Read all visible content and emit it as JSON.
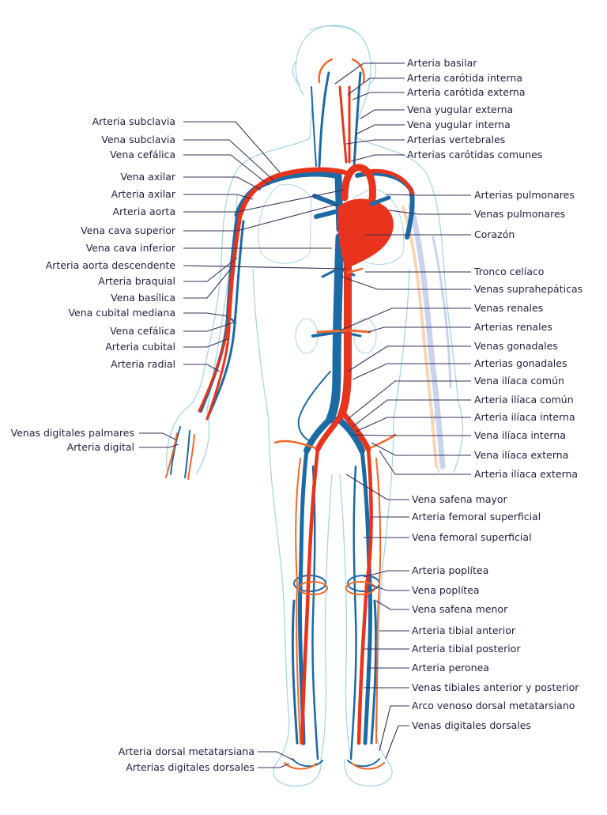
{
  "colors": {
    "vein": "#1c6aa4",
    "artery": "#e8341c",
    "outline": "#a8d4e6",
    "label_text": "#1f1f3e"
  },
  "labels_left": {
    "arteria_subclavia": "Arteria subclavia",
    "vena_subclavia": "Vena subclavia",
    "vena_cefalica_upper": "Vena cefálica",
    "vena_axilar": "Vena axilar",
    "arteria_axilar": "Arteria axilar",
    "arteria_aorta": "Arteria aorta",
    "vena_cava_superior": "Vena cava superior",
    "vena_cava_inferior": "Vena cava inferior",
    "arteria_aorta_descendente": "Arteria aorta descendente",
    "arteria_braquial": "Arteria braquial",
    "vena_basilica": "Vena basílica",
    "vena_cubital_mediana": "Vena cubital mediana",
    "vena_cefalica_lower": "Vena cefálica",
    "arteria_cubital": "Arteria cubital",
    "arteria_radial": "Arteria radial",
    "venas_digitales_palmares": "Venas digitales palmares",
    "arteria_digital": "Arteria digital",
    "arteria_dorsal_metatarsiana": "Arteria dorsal metatarsiana",
    "arterias_digitales_dorsales": "Arterias digitales dorsales"
  },
  "labels_right": {
    "arteria_basilar": "Arteria basilar",
    "arteria_carotida_interna": "Arteria carótida interna",
    "arteria_carotida_externa": "Arteria carótida externa",
    "vena_yugular_externa": "Vena yugular externa",
    "vena_yugular_interna": "Vena yugular interna",
    "arterias_vertebrales": "Arterias vertebrales",
    "arterias_carotidas_comunes": "Arterias carótidas comunes",
    "arterias_pulmonares": "Arterias pulmonares",
    "venas_pulmonares": "Venas pulmonares",
    "corazon": "Corazón",
    "tronco_celiaco": "Tronco celíaco",
    "venas_suprahepaticas": "Venas suprahepáticas",
    "venas_renales": "Venas renales",
    "arterias_renales": "Arterias renales",
    "venas_gonadales": "Venas gonadales",
    "arterias_gonadales": "Arterias gonadales",
    "vena_iliaca_comun": "Vena ilíaca común",
    "arteria_iliaca_comun": "Arteria ilíaca común",
    "arteria_iliaca_interna": "Arteria ilíaca interna",
    "vena_iliaca_interna": "Vena ilíaca interna",
    "vena_iliaca_externa": "Vena ilíaca externa",
    "arteria_iliaca_externa": "Arteria ilíaca externa",
    "vena_safena_mayor": "Vena safena mayor",
    "arteria_femoral_superficial": "Arteria femoral superficial",
    "vena_femoral_superficial": "Vena femoral superficial",
    "arteria_poplitea": "Arteria poplítea",
    "vena_poplitea": "Vena poplítea",
    "vena_safena_menor": "Vena safena menor",
    "arteria_tibial_anterior": "Arteria tibial anterior",
    "arteria_tibial_posterior": "Arteria tibial posterior",
    "arteria_peronea": "Arteria peronea",
    "venas_tibiales": "Venas tibiales anterior y posterior",
    "arco_venoso": "Arco venoso dorsal metatarsiano",
    "venas_digitales_dorsales": "Venas digitales dorsales"
  }
}
